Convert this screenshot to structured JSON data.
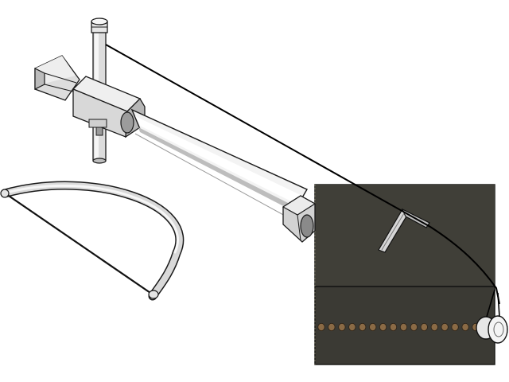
{
  "figure": {
    "style": "grayscale CAD isometric line render",
    "colors": {
      "background": "#ffffff",
      "outline": "#1a1a1a",
      "metal_light": "#f2f2f2",
      "metal_mid": "#cfcfcf",
      "metal_dark": "#8a8a8a",
      "panel": "#3b3a34",
      "panel_edge": "#1c1c18",
      "beads": "#8a6a45",
      "wire": "#000000"
    },
    "components": [
      {
        "name": "vertical-post",
        "label": ""
      },
      {
        "name": "clamp-block",
        "label": ""
      },
      {
        "name": "nozzle-horn",
        "label": ""
      },
      {
        "name": "horizontal-arm",
        "label": ""
      },
      {
        "name": "arm-end-cap",
        "label": ""
      },
      {
        "name": "curved-saw-frame",
        "label": ""
      },
      {
        "name": "dark-panel",
        "label": ""
      },
      {
        "name": "holder-clip",
        "label": ""
      },
      {
        "name": "bead-row",
        "label": "",
        "bead_count": 16
      },
      {
        "name": "end-roller",
        "label": ""
      },
      {
        "name": "tension-wire",
        "label": ""
      }
    ]
  }
}
